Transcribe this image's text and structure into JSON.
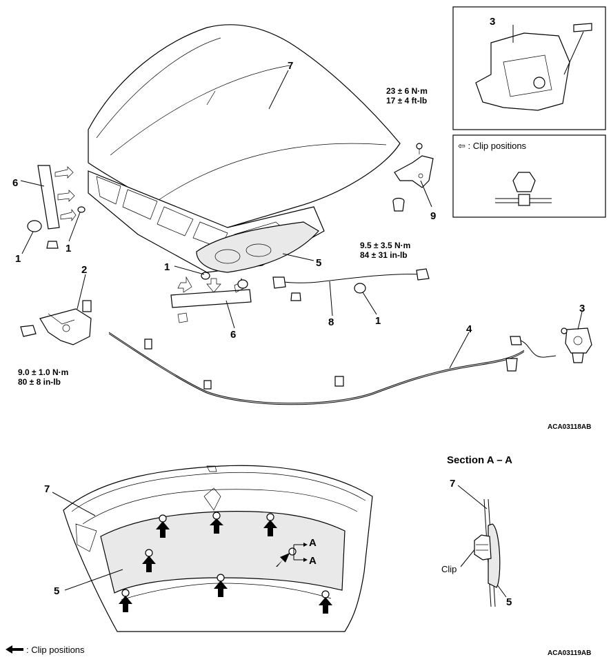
{
  "callouts": {
    "c1": "1",
    "c2": "2",
    "c3": "3",
    "c4": "4",
    "c5": "5",
    "c6": "6",
    "c7": "7",
    "c8": "8",
    "c9": "9"
  },
  "torques": {
    "hinge_top_nm": "23 ± 6 N·m",
    "hinge_top_ftlb": "17 ± 4 ft-lb",
    "hinge_bottom_nm": "9.5 ± 3.5 N·m",
    "hinge_bottom_inlb": "84 ± 31 in-lb",
    "latch_nm": "9.0 ± 1.0 N·m",
    "latch_inlb": "80 ± 8 in-lb"
  },
  "legend_top": "⇦ : Clip positions",
  "legend_bottom": ": Clip positions",
  "section_title": "Section A – A",
  "section_marker": "A",
  "clip_label": "Clip",
  "figure_codes": {
    "top": "ACA03118AB",
    "bottom": "ACA03119AB"
  }
}
